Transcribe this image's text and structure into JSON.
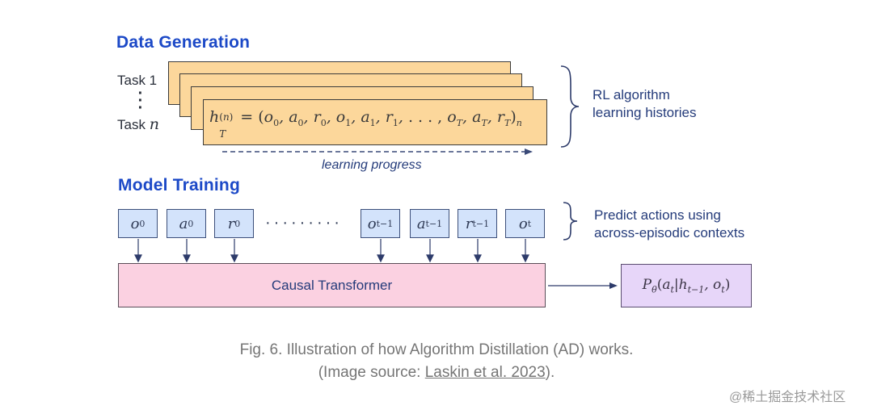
{
  "data_generation": {
    "title": "Data Generation",
    "task_first": "Task 1",
    "task_last_prefix": "Task ",
    "task_last_var": "n",
    "formula": "h_T^(n) = (o_0, a_0, r_0, o_1, a_1, r_1, ..., o_T, a_T, r_T)_n",
    "side_note_line1": "RL algorithm",
    "side_note_line2": "learning histories",
    "progress_label": "learning progress"
  },
  "model_training": {
    "title": "Model Training",
    "tokens": [
      {
        "base": "o",
        "sub": "0"
      },
      {
        "base": "a",
        "sub": "0"
      },
      {
        "base": "r",
        "sub": "0"
      },
      {
        "base": "o",
        "sub": "t−1"
      },
      {
        "base": "a",
        "sub": "t−1"
      },
      {
        "base": "r",
        "sub": "t−1"
      },
      {
        "base": "o",
        "sub": "t"
      }
    ],
    "ellipsis": "·········",
    "side_note_line1": "Predict actions using",
    "side_note_line2": "across-episodic contexts",
    "transformer_label": "Causal Transformer",
    "output": "Pθ(a_t|h_{t−1}, o_t)"
  },
  "caption": {
    "line1": "Fig. 6. Illustration of how Algorithm Distillation (AD) works.",
    "line2_prefix": "(Image source: ",
    "line2_link": "Laskin et al. 2023",
    "line2_suffix": ")."
  },
  "watermark": "@稀土掘金技术社区",
  "colors": {
    "title_blue": "#1c49c7",
    "card_fill": "#fcd79b",
    "token_fill": "#d3e3fb",
    "transformer_fill": "#fbd1e1",
    "output_fill": "#e7d6f9"
  }
}
